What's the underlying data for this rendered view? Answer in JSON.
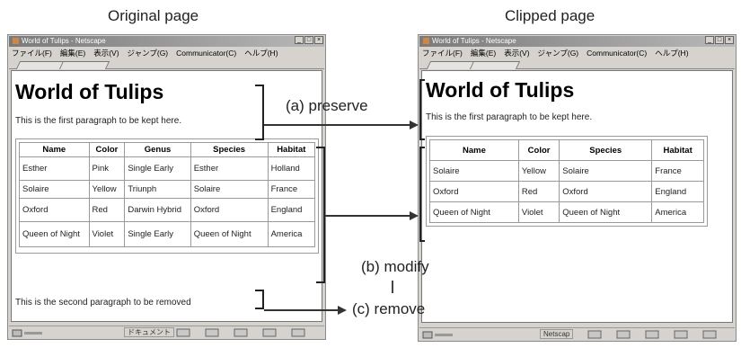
{
  "captions": {
    "original": "Original page",
    "clipped": "Clipped page"
  },
  "browser": {
    "title": "World of Tulips - Netscape",
    "menu": [
      "ファイル(F)",
      "編集(E)",
      "表示(V)",
      "ジャンプ(G)",
      "Communicator(C)",
      "ヘルプ(H)"
    ]
  },
  "original": {
    "heading": "World of Tulips",
    "para1": "This is the first paragraph to be kept here.",
    "para2": "This is the second paragraph to be removed",
    "status_text": "ドキュメント",
    "table": {
      "headers": [
        "Name",
        "Color",
        "Genus",
        "Species",
        "Habitat"
      ],
      "rows": [
        [
          "Esther",
          "Pink",
          "Single Early",
          "Esther",
          "Holland"
        ],
        [
          "Solaire",
          "Yellow",
          "Triunph",
          "Solaire",
          "France"
        ],
        [
          "Oxford",
          "Red",
          "Darwin Hybrid",
          "Oxford",
          "England"
        ],
        [
          "Queen of Night",
          "Violet",
          "Single Early",
          "Queen of Night",
          "America"
        ]
      ]
    }
  },
  "clipped": {
    "heading": "World of Tulips",
    "para1": "This is the first paragraph to be kept here.",
    "status_text": "Netscap",
    "table": {
      "headers": [
        "Name",
        "Color",
        "Species",
        "Habitat"
      ],
      "rows": [
        [
          "Solaire",
          "Yellow",
          "Solaire",
          "France"
        ],
        [
          "Oxford",
          "Red",
          "Oxford",
          "England"
        ],
        [
          "Queen of Night",
          "Violet",
          "Queen of Night",
          "America"
        ]
      ]
    }
  },
  "annotations": {
    "preserve": "(a) preserve",
    "modify": "(b) modify",
    "remove": "(c) remove"
  }
}
